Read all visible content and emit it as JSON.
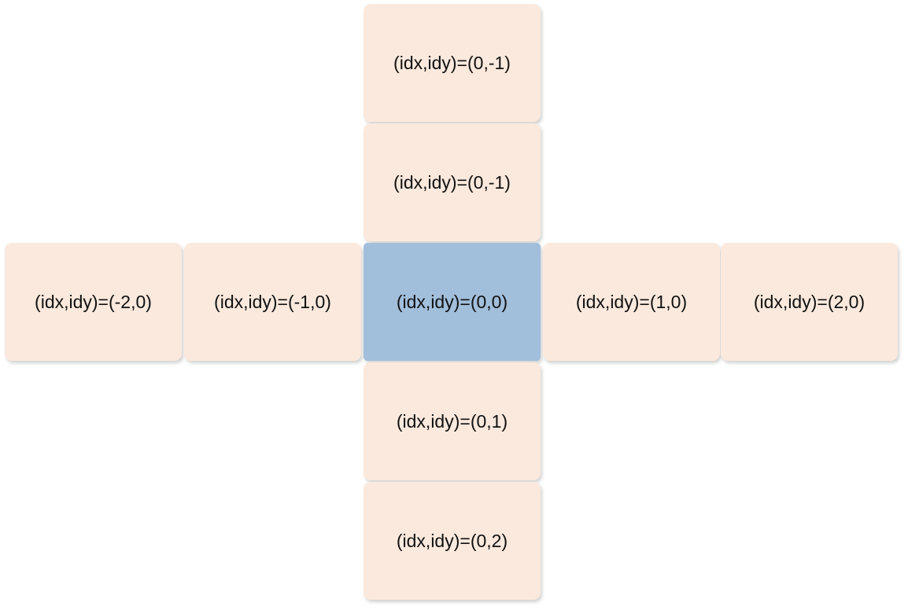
{
  "diagram": {
    "cells": {
      "up2": {
        "label": "(idx,idy)=(0,-1)"
      },
      "up1": {
        "label": "(idx,idy)=(0,-1)"
      },
      "left2": {
        "label": "(idx,idy)=(-2,0)"
      },
      "left1": {
        "label": "(idx,idy)=(-1,0)"
      },
      "center": {
        "label": "(idx,idy)=(0,0)"
      },
      "right1": {
        "label": "(idx,idy)=(1,0)"
      },
      "right2": {
        "label": "(idx,idy)=(2,0)"
      },
      "down1": {
        "label": "(idx,idy)=(0,1)"
      },
      "down2": {
        "label": "(idx,idy)=(0,2)"
      }
    },
    "colors": {
      "cell_fill": "#fbe9dd",
      "center_fill": "#a1bedb",
      "text": "#111111",
      "background": "#ffffff"
    }
  }
}
